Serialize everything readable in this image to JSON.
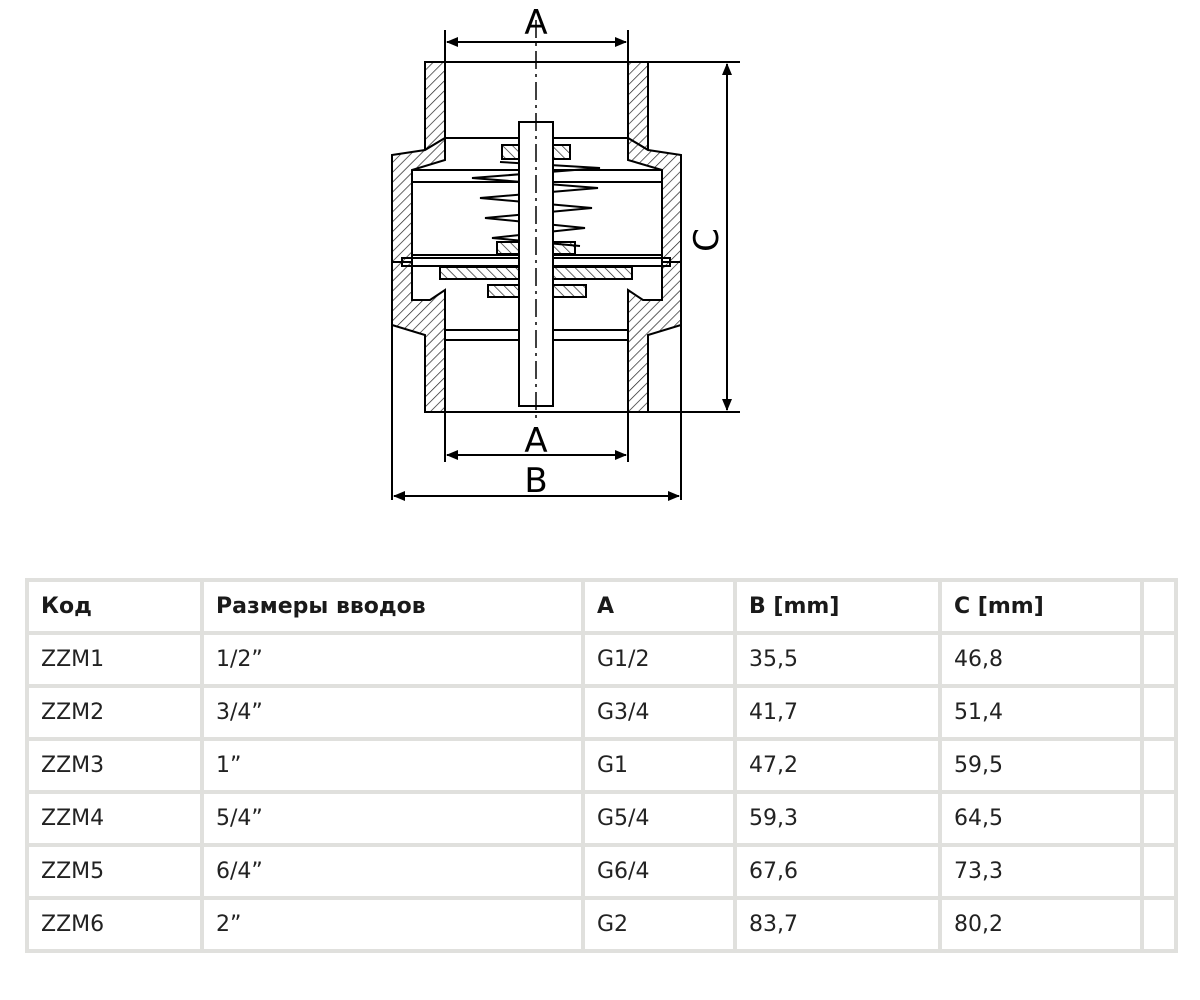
{
  "diagram": {
    "dim_a_top": "A",
    "dim_a_bottom": "A",
    "dim_b": "B",
    "dim_c": "C"
  },
  "table": {
    "headers": [
      "Код",
      "Размеры вводов",
      "A",
      "B [mm]",
      "C [mm]",
      ""
    ],
    "rows": [
      [
        "ZZM1",
        "1/2”",
        "G1/2",
        "35,5",
        "46,8",
        ""
      ],
      [
        "ZZM2",
        "3/4”",
        "G3/4",
        "41,7",
        "51,4",
        ""
      ],
      [
        "ZZM3",
        "1”",
        "G1",
        "47,2",
        "59,5",
        ""
      ],
      [
        "ZZM4",
        "5/4”",
        "G5/4",
        "59,3",
        "64,5",
        ""
      ],
      [
        "ZZM5",
        "6/4”",
        "G6/4",
        "67,6",
        "73,3",
        ""
      ],
      [
        "ZZM6",
        "2”",
        "G2",
        "83,7",
        "80,2",
        ""
      ]
    ]
  }
}
